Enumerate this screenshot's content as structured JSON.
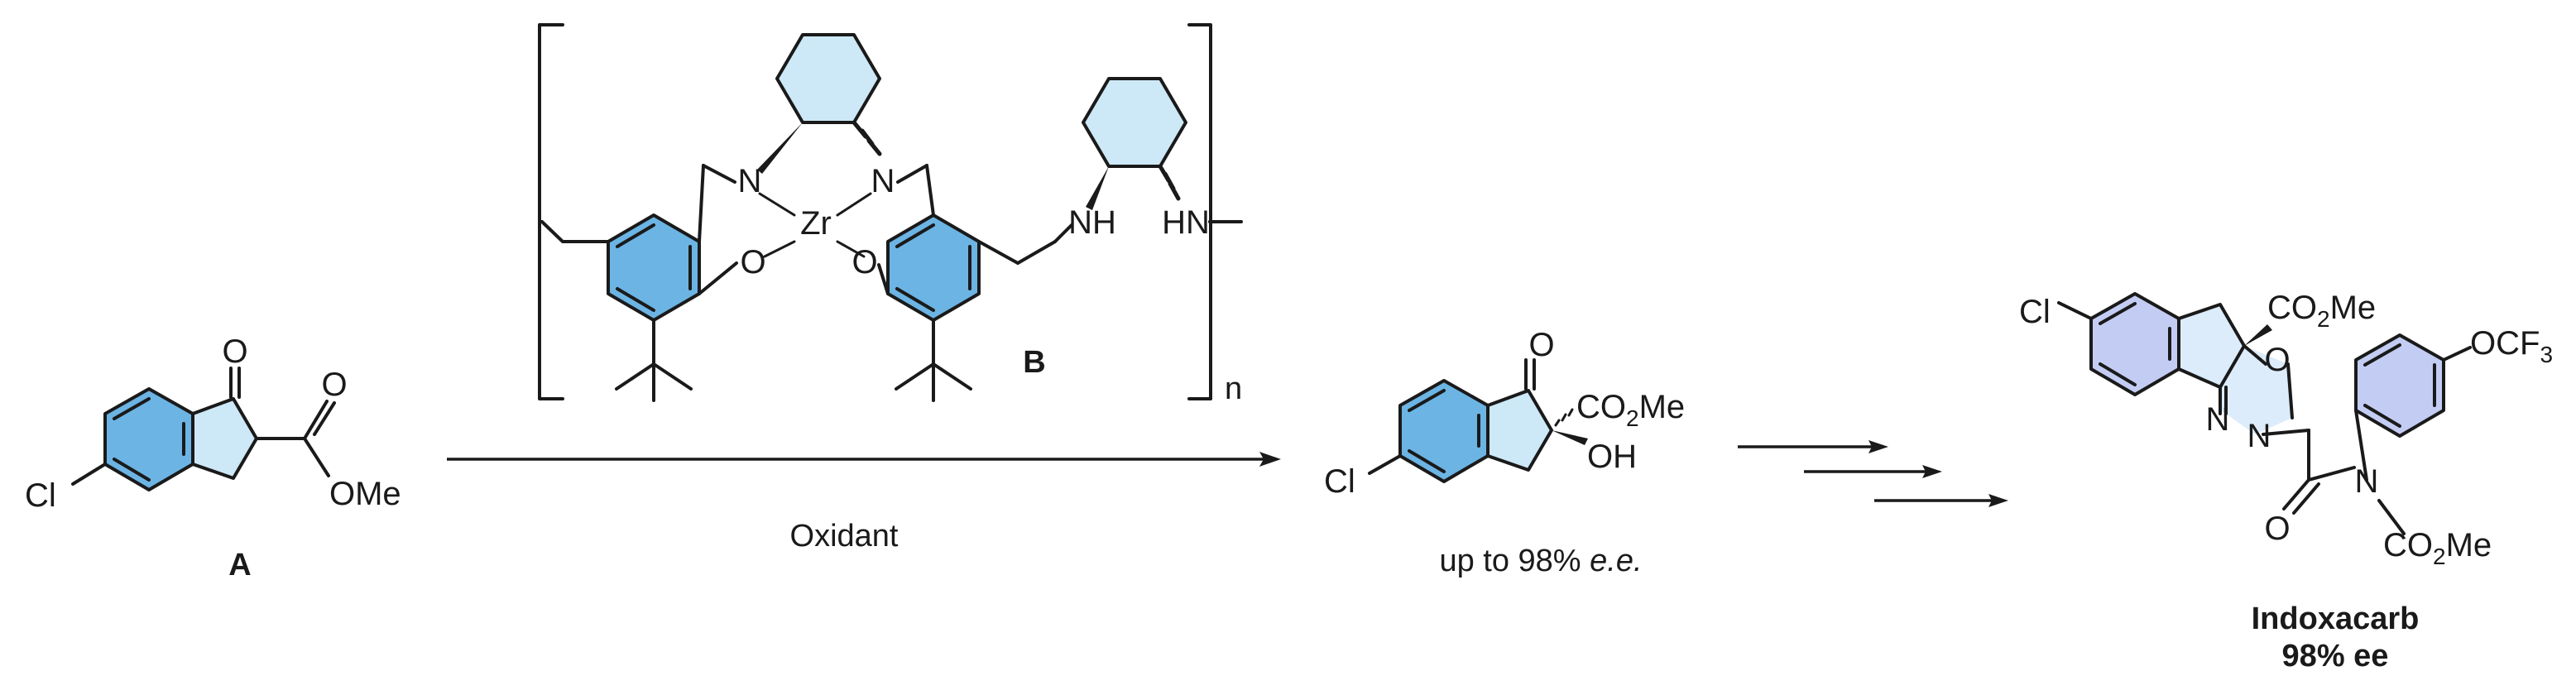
{
  "compound_a": {
    "label": "A",
    "atoms": {
      "o_ketone": "O",
      "o_ester": "O",
      "ester_group": "OMe",
      "chloro": "Cl"
    }
  },
  "catalyst_b": {
    "label": "B",
    "repeat_n": "n",
    "atoms": {
      "n1": "N",
      "n2": "N",
      "zr": "Zr",
      "o1": "O",
      "o2": "O",
      "nh": "NH",
      "hn": "HN"
    }
  },
  "reaction": {
    "reagent": "Oxidant"
  },
  "product": {
    "atoms": {
      "o_ketone": "O",
      "co2me_prefix": "CO",
      "co2me_sub": "2",
      "co2me_suffix": "Me",
      "oh": "OH",
      "chloro": "Cl"
    },
    "ee_prefix": "up to 98% ",
    "ee_italic": "e.e."
  },
  "indoxacarb": {
    "atoms": {
      "chloro": "Cl",
      "co2me_prefix": "CO",
      "co2me_sub": "2",
      "co2me_suffix": "Me",
      "o_ring": "O",
      "n1": "N",
      "n2": "N",
      "n3": "N",
      "o_carbonyl": "O",
      "ocf3_prefix": "OCF",
      "ocf3_sub": "3",
      "co2me2_prefix": "CO",
      "co2me2_sub": "2",
      "co2me2_suffix": "Me"
    },
    "name": "Indoxacarb",
    "ee": "98% ee"
  },
  "colors": {
    "ring_dark": "#6cb4e4",
    "ring_light": "#cde8f6",
    "ring_lavender": "#c3cdf3"
  }
}
